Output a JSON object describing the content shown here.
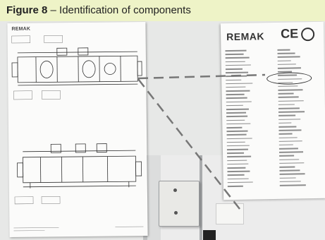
{
  "caption": {
    "figure_label": "Figure 8",
    "title_text": " – Identification of components"
  },
  "drawing": {
    "logo": "REMAK"
  },
  "nameplate": {
    "logo": "REMAK",
    "ce_mark": "CE"
  },
  "colors": {
    "caption_band": "#eef3c7",
    "dashed_line": "#777777"
  }
}
